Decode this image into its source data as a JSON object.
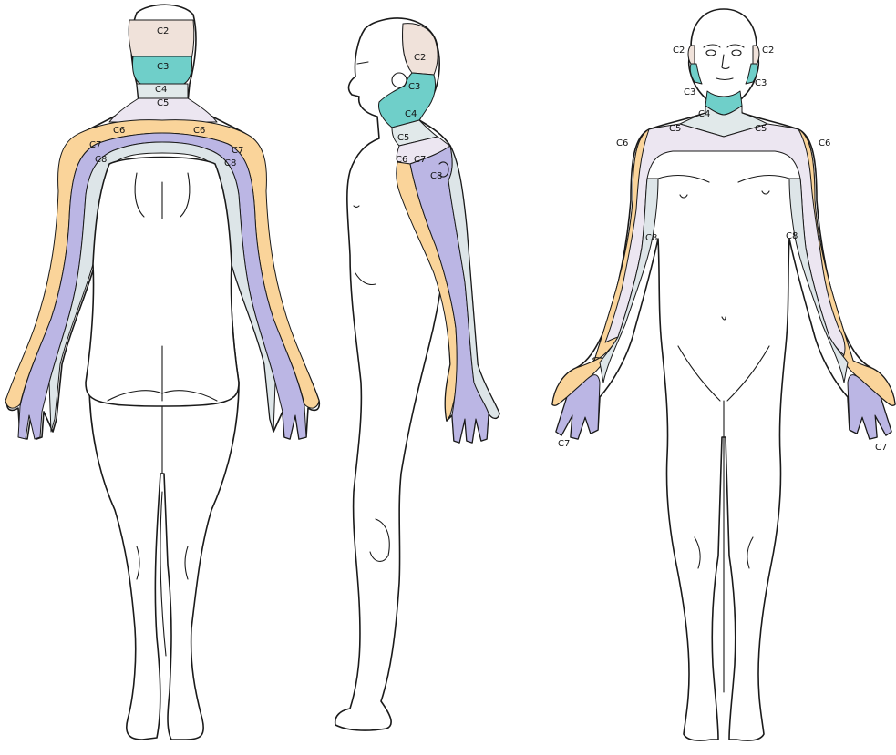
{
  "colors": {
    "C2": "#f0e2da",
    "C3": "#6fcfc9",
    "C4": "#e1e9ea",
    "C5": "#ece6f1",
    "C6": "#fad49a",
    "C7": "#bbb6e4",
    "C8": "#dde5e8"
  },
  "labels": {
    "c2": "C2",
    "c3": "C3",
    "c4": "C4",
    "c5": "C5",
    "c6": "C6",
    "c7": "C7",
    "c8": "C8"
  }
}
